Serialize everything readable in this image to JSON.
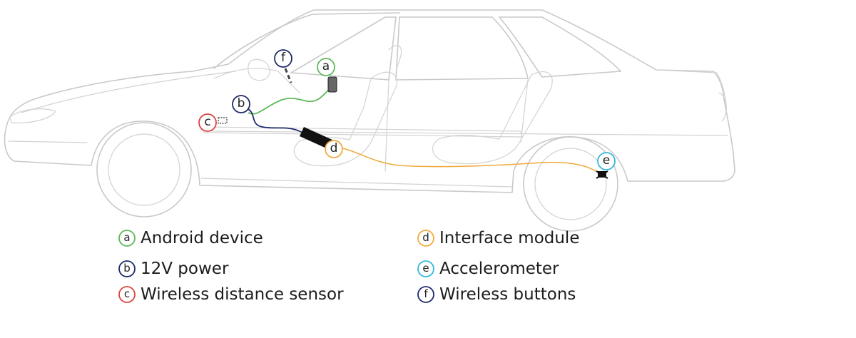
{
  "components": [
    {
      "key": "a",
      "letter": "a",
      "label": "Android device",
      "color": "#5fb85a"
    },
    {
      "key": "b",
      "letter": "b",
      "label": "12V power",
      "color": "#1d2a6b"
    },
    {
      "key": "c",
      "letter": "c",
      "label": "Wireless distance sensor",
      "color": "#d9443a"
    },
    {
      "key": "d",
      "letter": "d",
      "label": "Interface module",
      "color": "#f0aa3c"
    },
    {
      "key": "e",
      "letter": "e",
      "label": "Accelerometer",
      "color": "#33b8d8"
    },
    {
      "key": "f",
      "letter": "f",
      "label": "Wireless buttons",
      "color": "#1d2a6b"
    }
  ],
  "colors": {
    "car_outline": "#c9c9c9",
    "cable_power": "#1d2a6b",
    "cable_android": "#5fb85a",
    "cable_interface": "#f0aa3c",
    "module_body": "#111111",
    "device_body": "#666666"
  }
}
